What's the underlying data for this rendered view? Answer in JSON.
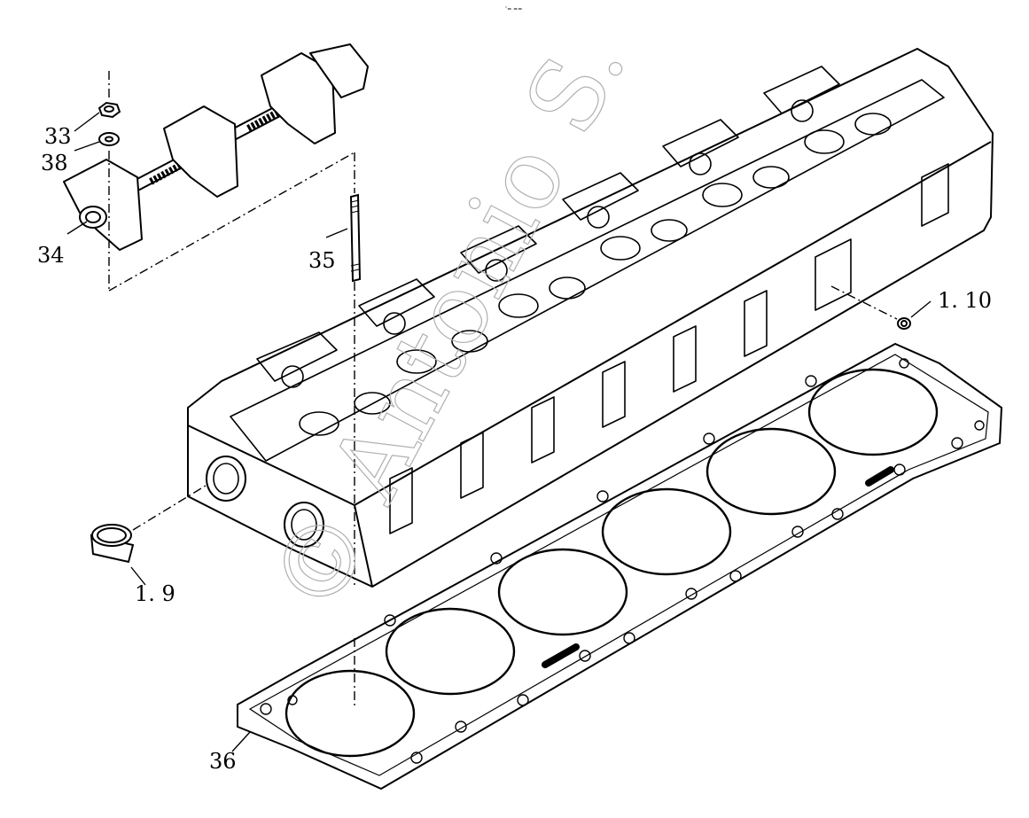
{
  "diagram": {
    "top_mark": "″= ==",
    "watermark": "© Antonio S.",
    "callouts": [
      {
        "id": "c33",
        "text": "33"
      },
      {
        "id": "c38",
        "text": "38"
      },
      {
        "id": "c34",
        "text": "34"
      },
      {
        "id": "c35",
        "text": "35"
      },
      {
        "id": "c110",
        "text": "1. 10"
      },
      {
        "id": "c19",
        "text": "1. 9"
      },
      {
        "id": "c36",
        "text": "36"
      }
    ]
  },
  "colors": {
    "line": "#000000",
    "background": "#ffffff",
    "watermark": "#b0b0b0"
  }
}
